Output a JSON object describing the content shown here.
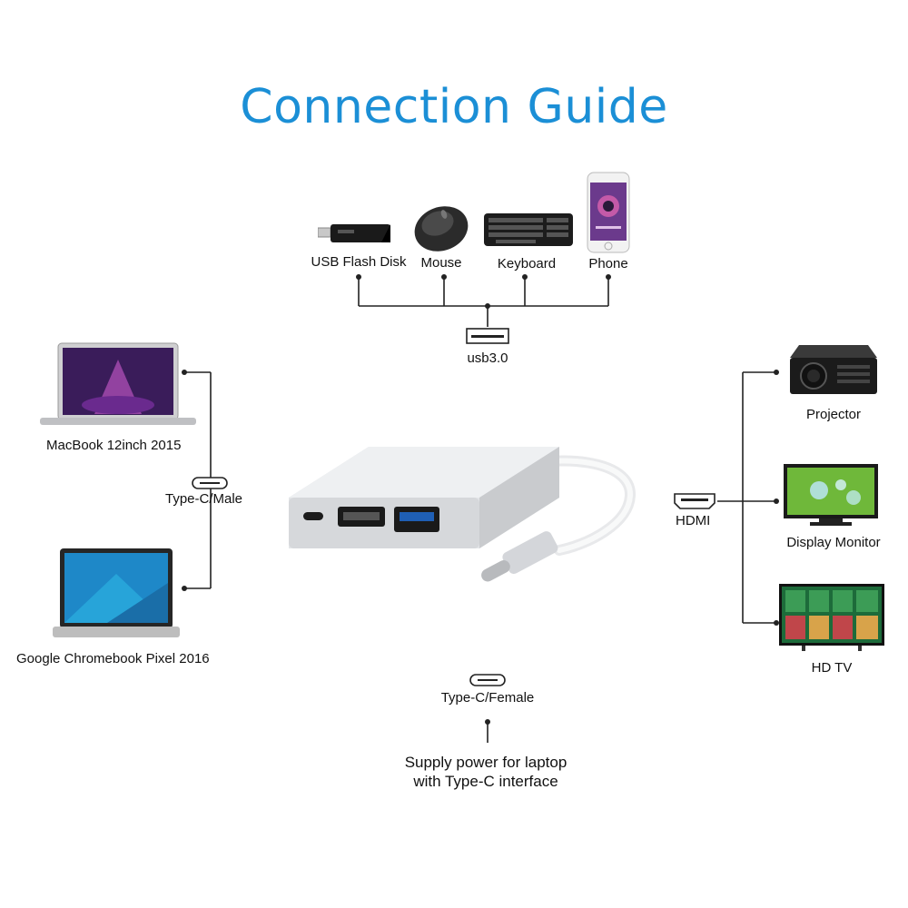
{
  "title": "Connection Guide",
  "usb_devices": [
    {
      "label": "USB Flash Disk",
      "icon": "usb-flash-disk-icon"
    },
    {
      "label": "Mouse",
      "icon": "mouse-icon"
    },
    {
      "label": "Keyboard",
      "icon": "keyboard-icon"
    },
    {
      "label": "Phone",
      "icon": "phone-icon"
    }
  ],
  "usb_port_label": "usb3.0",
  "laptops": [
    {
      "label": "MacBook 12inch 2015",
      "icon": "macbook-icon"
    },
    {
      "label": "Google Chromebook Pixel 2016",
      "icon": "chromebook-icon"
    }
  ],
  "typec_male_label": "Type-C/Male",
  "hdmi_label": "HDMI",
  "displays": [
    {
      "label": "Projector",
      "icon": "projector-icon"
    },
    {
      "label": "Display Monitor",
      "icon": "display-monitor-icon"
    },
    {
      "label": "HD TV",
      "icon": "hd-tv-icon"
    }
  ],
  "typec_female_label": "Type-C/Female",
  "power_note": [
    "Supply power for laptop",
    "with Type-C interface"
  ],
  "colors": {
    "title": "#1b8fd6",
    "wire": "#222222",
    "adapter": "#d9dbde"
  }
}
